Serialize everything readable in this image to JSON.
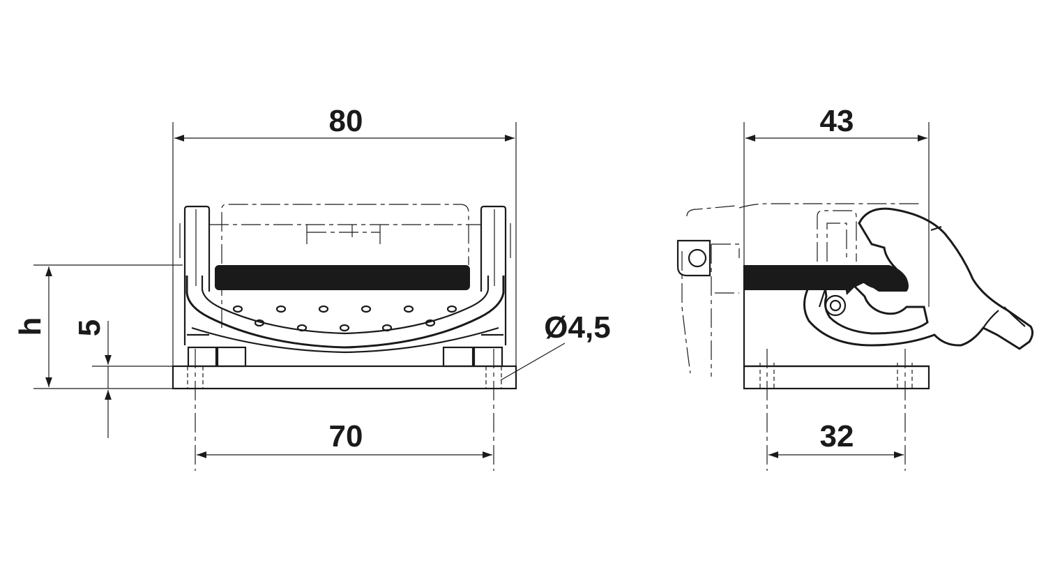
{
  "colors": {
    "ink": "#1a1a1a",
    "background": "#ffffff"
  },
  "dimensions": {
    "front_width": "80",
    "mount_spacing_front": "70",
    "hole_diameter": "Ø4,5",
    "side_width": "43",
    "mount_spacing_side": "32",
    "height_label": "h",
    "flange_label": "5"
  }
}
